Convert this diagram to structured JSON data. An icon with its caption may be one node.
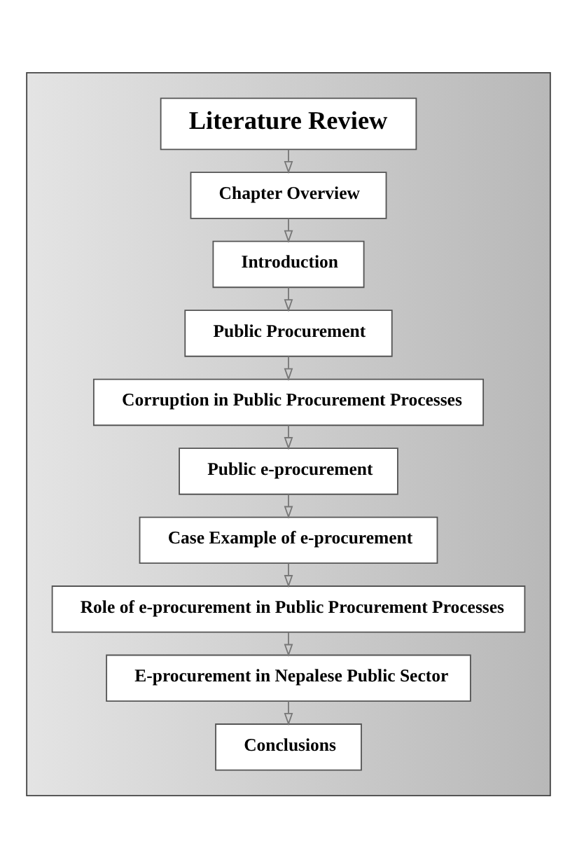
{
  "diagram": {
    "nodes": [
      {
        "text": [],
        "shape": "box"
      },
      {
        "text": [
          "Literature Review"
        ],
        "in": 0
      },
      {
        "text": [
          "Chapter Overview"
        ],
        "in": 0
      },
      {
        "text": [
          "Introduction"
        ],
        "in": 0
      },
      {
        "text": [
          "Public Procurement"
        ],
        "in": 0
      },
      {
        "text": [
          "Corruption in Public Procurement Processes"
        ],
        "in": 0
      },
      {
        "text": [
          "Public e-procurement"
        ],
        "in": 0
      },
      {
        "text": [
          "Case Example of e-procurement"
        ],
        "in": 0
      },
      {
        "text": [
          "Role of e-procurement in Public Procurement Processes"
        ],
        "in": 0
      },
      {
        "text": [
          "E-procurement in Nepalese Public Sector"
        ],
        "in": 0
      },
      {
        "text": [
          "Conclusions"
        ],
        "in": 0
      }
    ],
    "edges": [
      {
        "from": 1,
        "to": 2,
        "arrow": "to"
      },
      {
        "from": 2,
        "to": 3,
        "arrow": "to"
      },
      {
        "from": 3,
        "to": 4,
        "arrow": "to"
      },
      {
        "from": 4,
        "to": 5,
        "arrow": "to"
      },
      {
        "from": 5,
        "to": 6,
        "arrow": "to"
      },
      {
        "from": 6,
        "to": 7,
        "arrow": "to"
      },
      {
        "from": 7,
        "to": 8,
        "arrow": "to"
      },
      {
        "from": 8,
        "to": 9,
        "arrow": "to"
      },
      {
        "from": 9,
        "to": 10,
        "arrow": "to"
      }
    ]
  }
}
